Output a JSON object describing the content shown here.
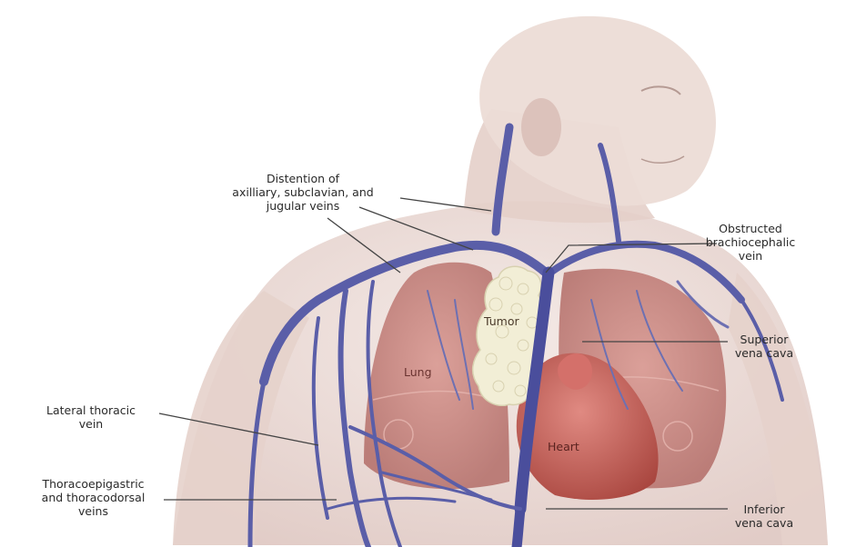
{
  "labels": {
    "distention": "Distention of\naxilliary, subclavian, and\njugular veins",
    "obstructed": "Obstructed\nbrachiocephalic\nvein",
    "svc": "Superior\nvena cava",
    "ivc": "Inferior\nvena cava",
    "lateral_thoracic": "Lateral thoracic\nvein",
    "thoraco": "Thoracoepigastric\nand thoracodorsal\nveins",
    "tumor": "Tumor",
    "lung": "Lung",
    "heart": "Heart"
  },
  "colors": {
    "skin": "#ead9d3",
    "lung": "#cf8e87",
    "lung_dark": "#b86f6a",
    "vein": "#5a5ea8",
    "vein_dark": "#3f4189",
    "heart": "#c9615f",
    "tumor": "#f2eed6",
    "leader": "#444444"
  }
}
